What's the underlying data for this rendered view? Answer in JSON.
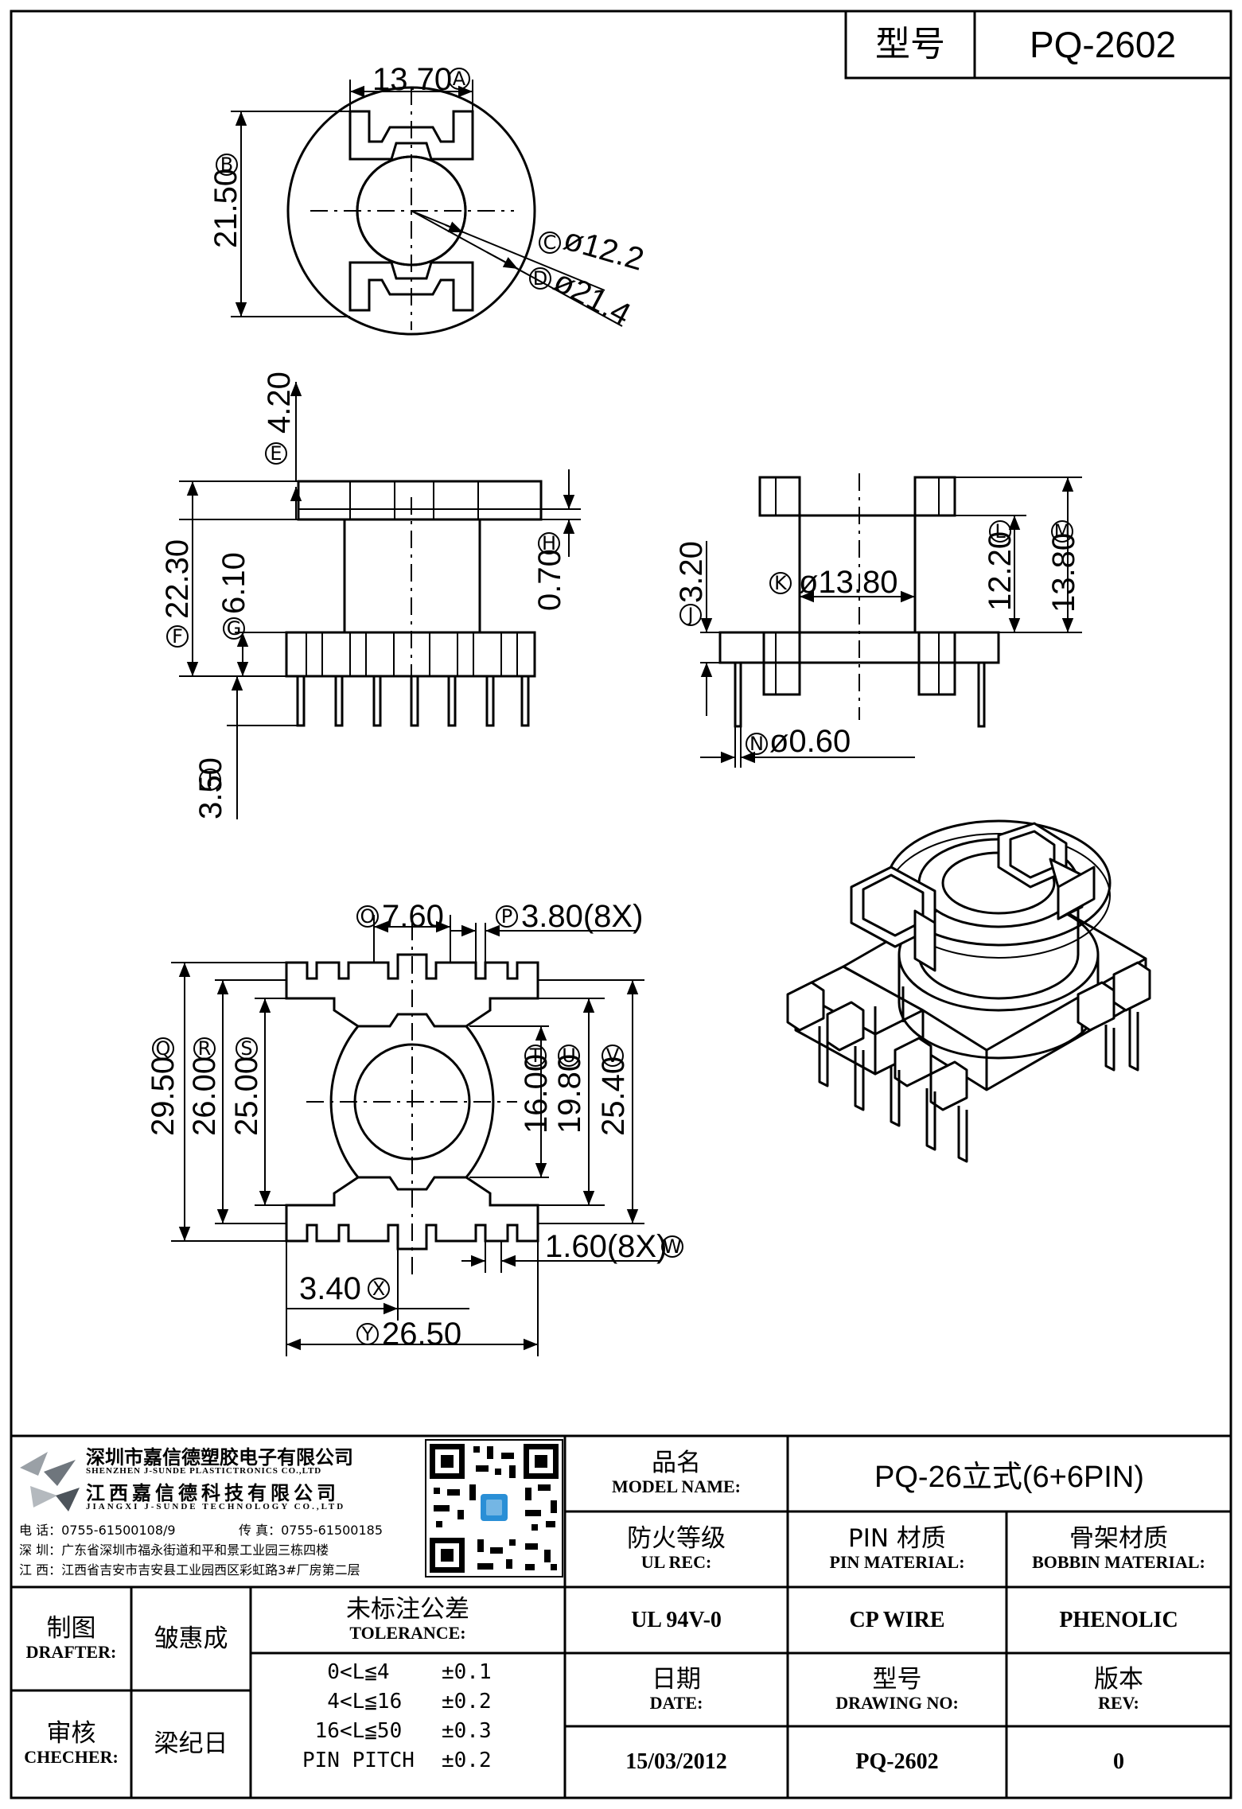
{
  "header": {
    "model_label": "型号",
    "model_value": "PQ-2602"
  },
  "dimensions": {
    "A": {
      "marker": "A",
      "text": "13.70"
    },
    "B": {
      "marker": "B",
      "text": "21.50"
    },
    "C": {
      "marker": "C",
      "text": "ø12.2"
    },
    "D": {
      "marker": "D",
      "text": "ø21.4"
    },
    "E": {
      "marker": "E",
      "text": "4.20"
    },
    "F": {
      "marker": "F",
      "text": "22.30"
    },
    "G": {
      "marker": "G",
      "text": "6.10"
    },
    "H": {
      "marker": "H",
      "text": "0.70"
    },
    "I": {
      "marker": "I",
      "text": "3.50"
    },
    "J": {
      "marker": "J",
      "text": "3.20"
    },
    "K": {
      "marker": "K",
      "text": "ø13.80"
    },
    "L": {
      "marker": "L",
      "text": "12.20"
    },
    "M": {
      "marker": "M",
      "text": "13.80"
    },
    "N": {
      "marker": "N",
      "text": "ø0.60"
    },
    "O": {
      "marker": "O",
      "text": "7.60"
    },
    "P": {
      "marker": "P",
      "text": "3.80(8X)"
    },
    "Q": {
      "marker": "Q",
      "text": "29.50"
    },
    "R": {
      "marker": "R",
      "text": "26.00"
    },
    "S": {
      "marker": "S",
      "text": "25.00"
    },
    "T": {
      "marker": "T",
      "text": "16.00"
    },
    "U": {
      "marker": "U",
      "text": "19.80"
    },
    "V": {
      "marker": "V",
      "text": "25.40"
    },
    "W": {
      "marker": "W",
      "text": "1.60(8X)"
    },
    "X": {
      "marker": "X",
      "text": "3.40"
    },
    "Y": {
      "marker": "Y",
      "text": "26.50"
    }
  },
  "company": {
    "name_cn_1": "深圳市嘉信德塑胶电子有限公司",
    "name_en_1": "SHENZHEN J-SUNDE PLASTICTRONICS CO.,LTD",
    "name_cn_2": "江西嘉信德科技有限公司",
    "name_en_2": "JIANGXI J-SUNDE TECHNOLOGY CO.,LTD",
    "phone": "电 话：0755-61500108/9",
    "fax": "传 真：0755-61500185",
    "addr_sz": "深 圳：广东省深圳市福永街道和平和景工业园三栋四楼",
    "addr_jx": "江 西：江西省吉安市吉安县工业园西区彩虹路3#厂房第二层"
  },
  "title_block": {
    "model_name_cn": "品名",
    "model_name_en": "MODEL NAME:",
    "model_name_value": "PQ-26立式(6+6PIN)",
    "ul_cn": "防火等级",
    "ul_en": "UL REC:",
    "pin_mat_cn": "PIN 材质",
    "pin_mat_en": "PIN MATERIAL:",
    "bobbin_mat_cn": "骨架材质",
    "bobbin_mat_en": "BOBBIN MATERIAL:",
    "ul_value": "UL 94V-0",
    "pin_mat_value": "CP WIRE",
    "bobbin_mat_value": "PHENOLIC",
    "drafter_cn": "制图",
    "drafter_en": "DRAFTER:",
    "drafter_name": "皱惠成",
    "checker_cn": "审核",
    "checker_en": "CHECHER:",
    "checker_name": "梁纪日",
    "tolerance_cn": "未标注公差",
    "tolerance_en": "TOLERANCE:",
    "tolerance_rows": [
      {
        "range": "  0<L≦4 ",
        "value": "±0.1"
      },
      {
        "range": "  4<L≦16",
        "value": "±0.2"
      },
      {
        "range": " 16<L≦50",
        "value": "±0.3"
      },
      {
        "range": "PIN PITCH",
        "value": "±0.2"
      }
    ],
    "date_cn": "日期",
    "date_en": "DATE:",
    "drawing_no_cn": "型号",
    "drawing_no_en": "DRAWING NO:",
    "rev_cn": "版本",
    "rev_en": "REV:",
    "date_value": "15/03/2012",
    "drawing_no_value": "PQ-2602",
    "rev_value": "0"
  }
}
